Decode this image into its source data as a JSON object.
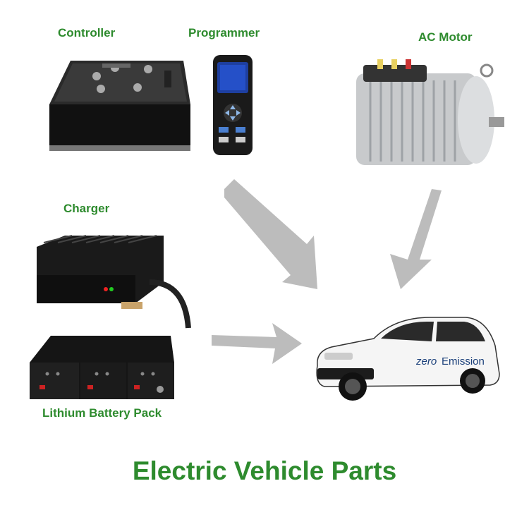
{
  "title": "Electric Vehicle Parts",
  "components": {
    "controller": "Controller",
    "programmer": "Programmer",
    "ac_motor": "AC Motor",
    "charger": "Charger",
    "battery": "Lithium Battery Pack"
  },
  "car_decal": {
    "zero": "zero",
    "emission": "Emission"
  },
  "colors": {
    "label_green": "#2e8b2e",
    "arrow_gray": "#bcbcbc"
  }
}
